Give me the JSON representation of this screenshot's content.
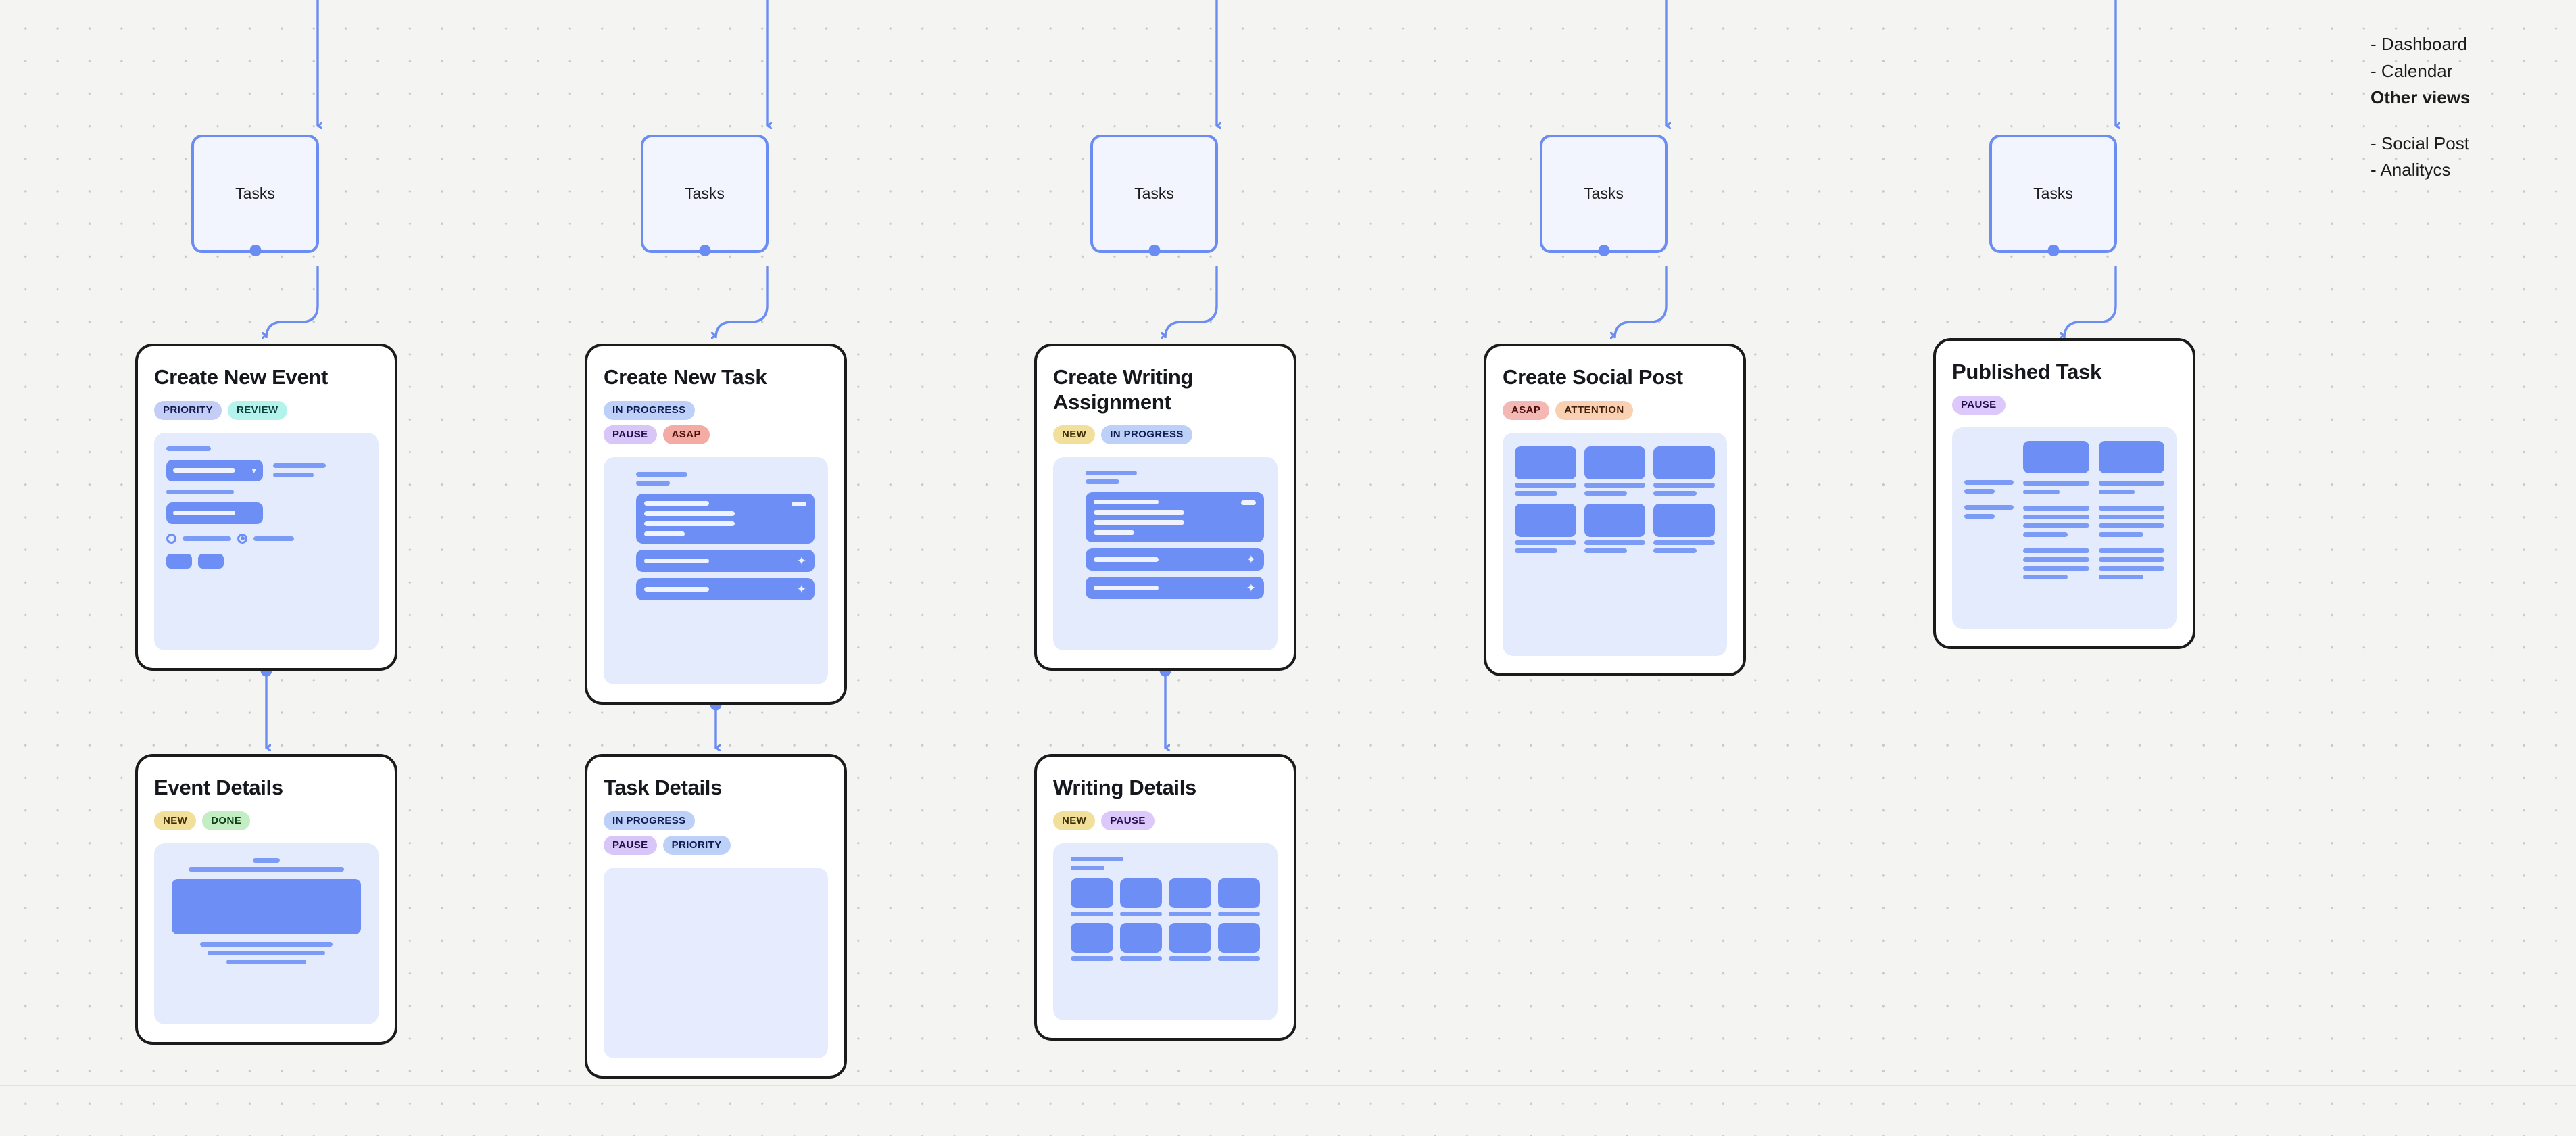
{
  "canvas": {
    "background_color": "#f4f4f3",
    "accent_color": "#6b8cf2",
    "card_border_color": "#1b1b1b"
  },
  "notes": {
    "lines": [
      {
        "text": "- Dashboard",
        "bold": false
      },
      {
        "text": "- Calendar",
        "bold": false
      },
      {
        "text": "Other views",
        "bold": true
      },
      {
        "text": "",
        "bold": false
      },
      {
        "text": "- Social Post",
        "bold": false
      },
      {
        "text": "- Analitycs",
        "bold": false
      }
    ]
  },
  "flow": {
    "nodes": [
      {
        "label": "Tasks"
      },
      {
        "label": "Tasks"
      },
      {
        "label": "Tasks"
      },
      {
        "label": "Tasks"
      },
      {
        "label": "Tasks"
      }
    ]
  },
  "cards": {
    "create_new_event": {
      "title": "Create New Event",
      "badges": [
        {
          "label": "PRIORITY",
          "bg": "#c3cdf5",
          "fg": "#111a4d"
        },
        {
          "label": "REVIEW",
          "bg": "#b3f3ec",
          "fg": "#0c3f3c"
        }
      ],
      "mock_type": "form"
    },
    "create_new_task": {
      "title": "Create New Task",
      "badges": [
        {
          "label": "IN PROGRESS",
          "bg": "#bdd0f8",
          "fg": "#101a52"
        }
      ],
      "badges2": [
        {
          "label": "PAUSE",
          "bg": "#d7c6f7",
          "fg": "#220c4d"
        },
        {
          "label": "ASAP",
          "bg": "#f4aba3",
          "fg": "#4a1009"
        }
      ],
      "mock_type": "list"
    },
    "create_writing_assignment": {
      "title": "Create Writing Assignment",
      "badges": [
        {
          "label": "NEW",
          "bg": "#f2e09a",
          "fg": "#3c2f07"
        },
        {
          "label": "IN PROGRESS",
          "bg": "#bdd0f8",
          "fg": "#101a52"
        }
      ],
      "mock_type": "list"
    },
    "create_social_post": {
      "title": "Create Social Post",
      "badges": [
        {
          "label": "ASAP",
          "bg": "#f3b8b4",
          "fg": "#4a1009"
        },
        {
          "label": "ATTENTION",
          "bg": "#fad0b3",
          "fg": "#47200a"
        }
      ],
      "mock_type": "grid3x2"
    },
    "published_task": {
      "title": "Published Task",
      "badges": [
        {
          "label": "PAUSE",
          "bg": "#dcc8fa",
          "fg": "#220c4d"
        }
      ],
      "mock_type": "article"
    },
    "event_details": {
      "title": "Event Details",
      "badges": [
        {
          "label": "NEW",
          "bg": "#f2e09a",
          "fg": "#3c2f07"
        },
        {
          "label": "DONE",
          "bg": "#c3eec3",
          "fg": "#0d3d12"
        }
      ],
      "mock_type": "media"
    },
    "task_details": {
      "title": "Task Details",
      "badges": [
        {
          "label": "IN PROGRESS",
          "bg": "#bdd0f8",
          "fg": "#101a52"
        }
      ],
      "badges2": [
        {
          "label": "PAUSE",
          "bg": "#d7c6f7",
          "fg": "#220c4d"
        },
        {
          "label": "PRIORITY",
          "bg": "#bdd0f8",
          "fg": "#101a52"
        }
      ],
      "mock_type": "empty"
    },
    "writing_details": {
      "title": "Writing Details",
      "badges": [
        {
          "label": "NEW",
          "bg": "#f2e09a",
          "fg": "#3c2f07"
        },
        {
          "label": "PAUSE",
          "bg": "#dcc8fa",
          "fg": "#220c4d"
        }
      ],
      "mock_type": "grid4x2"
    }
  }
}
